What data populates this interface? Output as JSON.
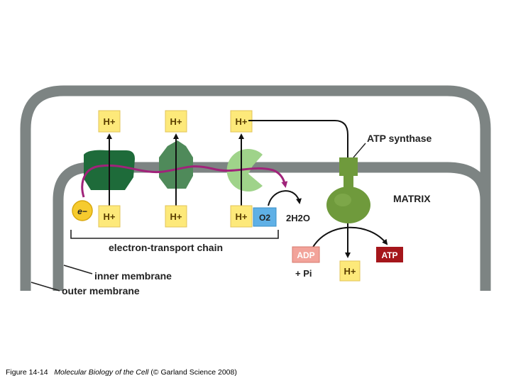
{
  "labels": {
    "h_plus": "H+",
    "electron": "e−",
    "o2": "O2",
    "water": "2H2O",
    "atp_synthase": "ATP synthase",
    "matrix": "MATRIX",
    "etc": "electron-transport chain",
    "inner_membrane": "inner membrane",
    "outer_membrane": "outer membrane",
    "adp": "ADP",
    "pi": "+ Pi",
    "atp": "ATP"
  },
  "caption": {
    "figure": "Figure 14-14",
    "book": "Molecular Biology of the Cell",
    "credit": "(© Garland Science 2008)"
  },
  "colors": {
    "membrane": "#7d8483",
    "complex_dark": "#1e6b3a",
    "complex_mid": "#4f8a5a",
    "complex_light": "#9fd38a",
    "synthase": "#6f9a3c",
    "h_box": "#fde97a",
    "o2_box": "#5fb0e6",
    "adp_box": "#f2a39a",
    "atp_box": "#a5161b",
    "electron_path": "#a0237a"
  },
  "icons": [
    "electron-icon",
    "proton-icon",
    "atp-synthase-icon"
  ]
}
